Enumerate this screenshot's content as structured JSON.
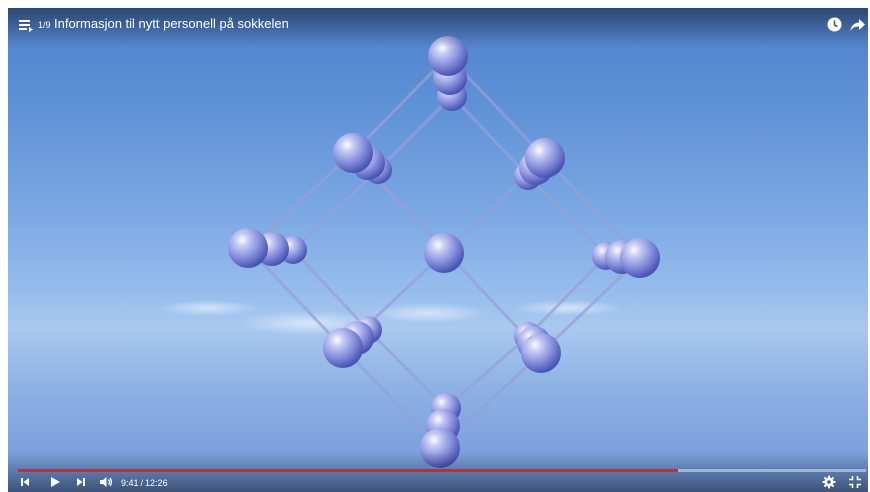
{
  "header": {
    "playlist_index": "1/9",
    "title": "Informasjon til nytt personell på sokkelen"
  },
  "playback": {
    "current_time": "9:41",
    "separator": "/",
    "duration": "12:26",
    "progress": 0.7788
  },
  "icons": {
    "top_left": "playlist-icon",
    "top_right": [
      "watch-later-icon",
      "share-icon"
    ],
    "controls_left": [
      "previous-icon",
      "play-icon",
      "next-icon",
      "volume-icon"
    ],
    "controls_right": [
      "settings-gear-icon",
      "exit-fullscreen-icon"
    ]
  },
  "colors": {
    "progress_played": "#e62117",
    "atom": "#8c95e0"
  }
}
